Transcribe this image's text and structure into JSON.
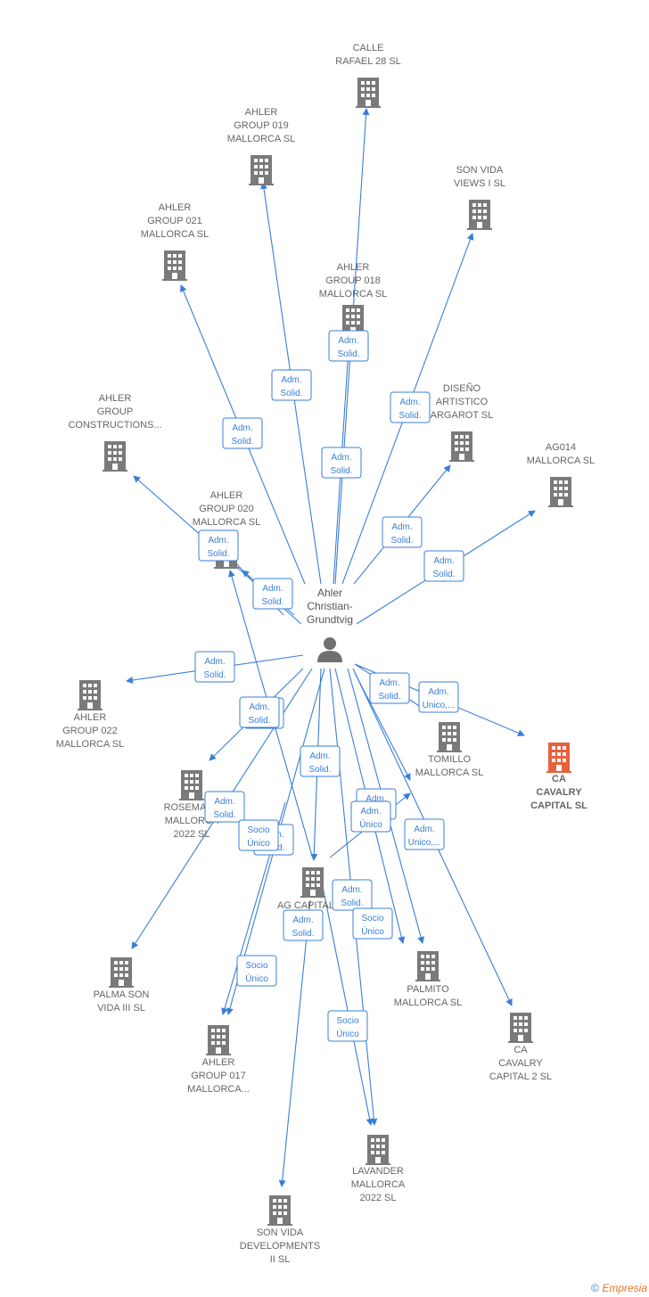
{
  "colors": {
    "edge": "#3a7fd6",
    "building": "#7a7a7a",
    "building_highlight": "#e8603c",
    "person": "#707070",
    "label": "#666666"
  },
  "person": {
    "name_lines": [
      "Ahler",
      "Christian-",
      "Grundtvig"
    ],
    "icon": "person-icon"
  },
  "companies": [
    {
      "id": "calle",
      "lines": [
        "CALLE",
        "RAFAEL 28  SL"
      ],
      "icon": "building-icon"
    },
    {
      "id": "g019",
      "lines": [
        "AHLER",
        "GROUP 019",
        "MALLORCA  SL"
      ],
      "icon": "building-icon"
    },
    {
      "id": "sonvidaviews",
      "lines": [
        "SON VIDA",
        "VIEWS I  SL"
      ],
      "icon": "building-icon"
    },
    {
      "id": "g021",
      "lines": [
        "AHLER",
        "GROUP 021",
        "MALLORCA  SL"
      ],
      "icon": "building-icon"
    },
    {
      "id": "g018",
      "lines": [
        "AHLER",
        "GROUP 018",
        "MALLORCA  SL"
      ],
      "icon": "building-icon"
    },
    {
      "id": "diseno",
      "lines": [
        "DISEÑO",
        "ARTISTICO",
        "ARGAROT  SL"
      ],
      "icon": "building-icon"
    },
    {
      "id": "constructions",
      "lines": [
        "AHLER",
        "GROUP",
        "CONSTRUCTIONS..."
      ],
      "icon": "building-icon"
    },
    {
      "id": "ag014",
      "lines": [
        "AG014",
        "MALLORCA  SL"
      ],
      "icon": "building-icon"
    },
    {
      "id": "g020",
      "lines": [
        "AHLER",
        "GROUP 020",
        "MALLORCA  SL"
      ],
      "icon": "building-icon"
    },
    {
      "id": "g022",
      "lines": [
        "AHLER",
        "GROUP 022",
        "MALLORCA  SL"
      ],
      "icon": "building-icon"
    },
    {
      "id": "tomillo",
      "lines": [
        "TOMILLO",
        "MALLORCA  SL"
      ],
      "icon": "building-icon"
    },
    {
      "id": "cacavalry",
      "lines": [
        "CA",
        "CAVALRY",
        "CAPITAL  SL"
      ],
      "icon": "building-icon",
      "highlight": true
    },
    {
      "id": "rosemary",
      "lines": [
        "ROSEMARY",
        "MALLORCA",
        "2022  SL"
      ],
      "icon": "building-icon"
    },
    {
      "id": "agcapital",
      "lines": [
        "AG CAPITAL  SL"
      ],
      "icon": "building-icon"
    },
    {
      "id": "palmasonvida",
      "lines": [
        "PALMA SON",
        "VIDA III  SL"
      ],
      "icon": "building-icon"
    },
    {
      "id": "palmito",
      "lines": [
        "PALMITO",
        "MALLORCA  SL"
      ],
      "icon": "building-icon"
    },
    {
      "id": "cacavalry2",
      "lines": [
        "CA",
        "CAVALRY",
        "CAPITAL 2  SL"
      ],
      "icon": "building-icon"
    },
    {
      "id": "g017",
      "lines": [
        "AHLER",
        "GROUP 017",
        "MALLORCA..."
      ],
      "icon": "building-icon"
    },
    {
      "id": "lavander",
      "lines": [
        "LAVANDER",
        "MALLORCA",
        "2022  SL"
      ],
      "icon": "building-icon"
    },
    {
      "id": "sonvidadev",
      "lines": [
        "SON VIDA",
        "DEVELOPMENTS",
        "II  SL"
      ],
      "icon": "building-icon"
    }
  ],
  "edge_labels": [
    {
      "lines": [
        "Adm.",
        "Solid."
      ]
    },
    {
      "lines": [
        "Adm.",
        "Unico,..."
      ]
    },
    {
      "lines": [
        "Socio",
        "Único"
      ]
    },
    {
      "lines": [
        "Adm.",
        "Único"
      ]
    }
  ],
  "footer": {
    "copyright": "©",
    "brand": "Empresia"
  }
}
